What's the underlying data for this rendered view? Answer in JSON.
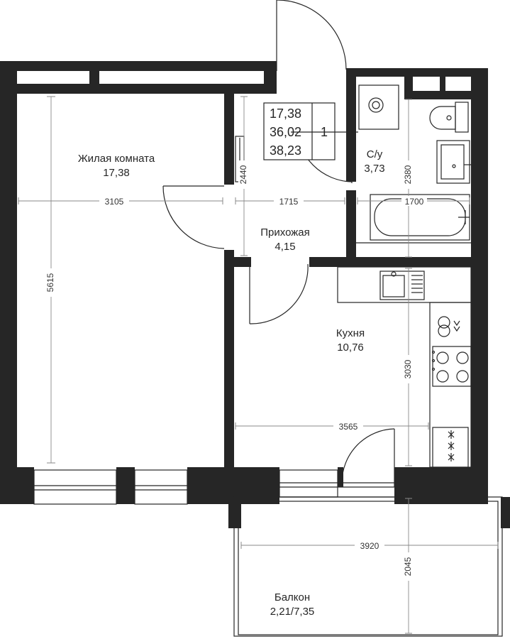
{
  "rooms": {
    "living": {
      "name": "Жилая комната",
      "area": "17,38"
    },
    "hall": {
      "name": "Прихожая",
      "area": "4,15"
    },
    "bathroom": {
      "name": "С/у",
      "area": "3,73"
    },
    "kitchen": {
      "name": "Кухня",
      "area": "10,76"
    },
    "balcony": {
      "name": "Балкон",
      "area": "2,21/7,35"
    }
  },
  "legend": {
    "living_area": "17,38",
    "total_area": "36,02",
    "total_with_balcony": "38,23",
    "rooms_count": "1"
  },
  "dimensions": {
    "living_width": "3105",
    "living_height": "5615",
    "hall_width": "1715",
    "hall_height": "2440",
    "bath_width": "1700",
    "bath_height": "2380",
    "kitchen_width": "3565",
    "kitchen_height": "3030",
    "balcony_width": "3920",
    "balcony_height": "2045"
  },
  "colors": {
    "wall": "#262626",
    "dimension": "#8a8a8a",
    "background": "#ffffff"
  }
}
